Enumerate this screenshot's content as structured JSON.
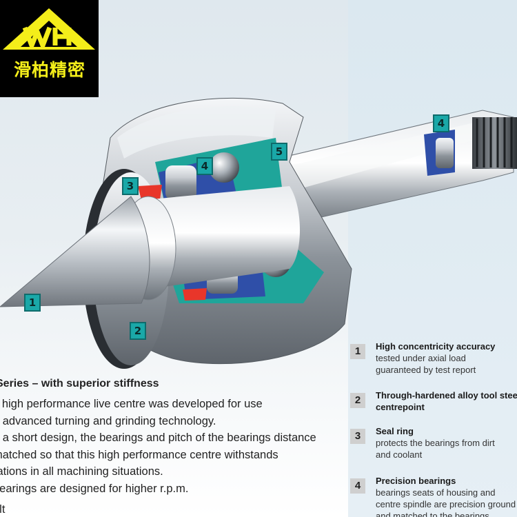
{
  "logo": {
    "brand_cn": "滑柏精密",
    "mark_text": "WH"
  },
  "callouts": {
    "tip": "1",
    "body": "2",
    "seal_left": "3",
    "bearing_front": "4",
    "bearing_rear": "4",
    "spindle": "5"
  },
  "description": {
    "heading": "Series – with superior stiffness",
    "lines": [
      "s high performance live centre was developed for use",
      "n advanced turning and grinding technology.",
      "h a short design, the bearings and pitch of the bearings distance",
      " matched so that this high performance centre withstands",
      "rations in all machining situations.",
      " bearings are designed for higher r.p.m.",
      "ult"
    ]
  },
  "features": [
    {
      "num": "1",
      "title": "High concentricity accuracy",
      "desc": [
        "tested under axial load",
        "guaranteed by test report"
      ]
    },
    {
      "num": "2",
      "title": "Through-hardened alloy tool steel",
      "title2": "centrepoint",
      "desc": []
    },
    {
      "num": "3",
      "title": "Seal ring",
      "desc": [
        "protects the bearings from dirt",
        "and coolant"
      ]
    },
    {
      "num": "4",
      "title": "Precision bearings",
      "desc": [
        "bearings seats of housing and",
        "centre spindle are precision ground",
        "and  matched to the bearings"
      ]
    }
  ],
  "colors": {
    "logo_bg": "#000000",
    "logo_yellow": "#f4ee1a",
    "badge_teal": "#1aa8a8",
    "seal_red": "#e8362a",
    "bearing_blue": "#2f4fa8"
  }
}
